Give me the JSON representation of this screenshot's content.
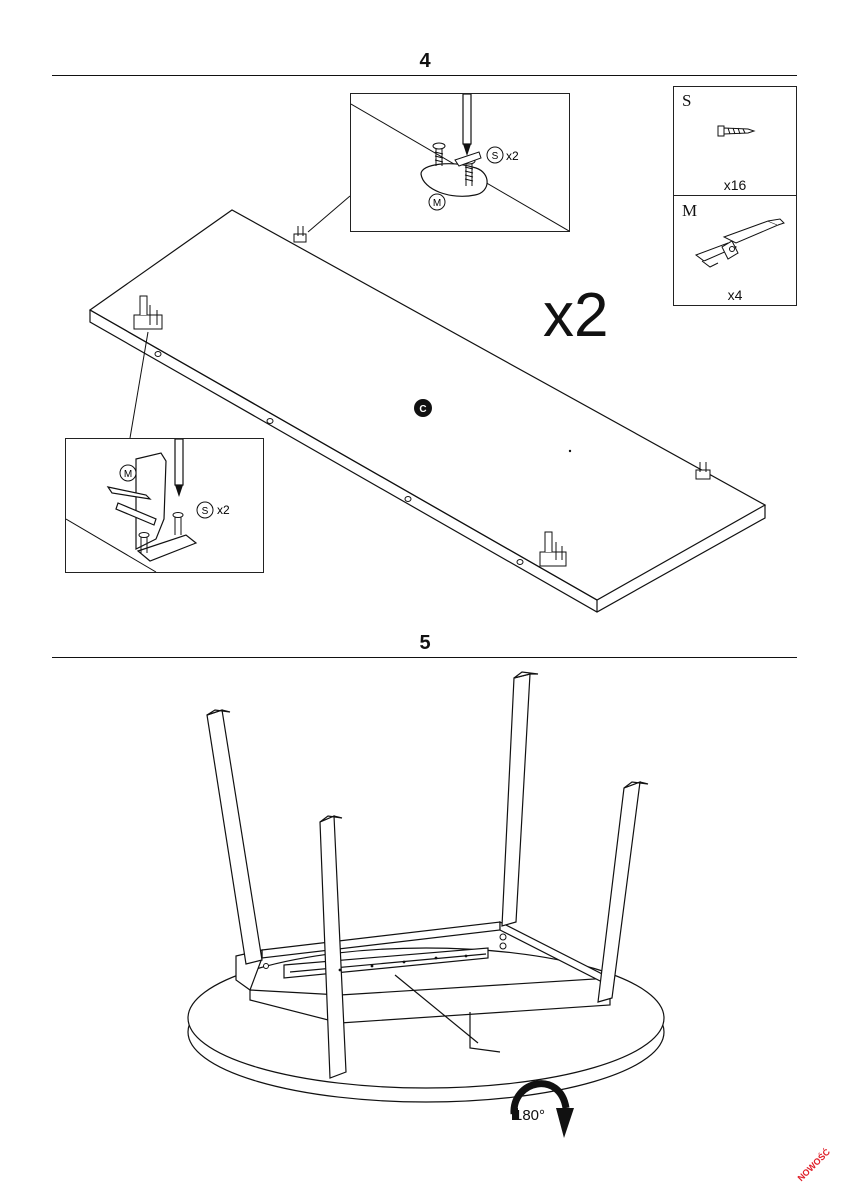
{
  "steps": [
    {
      "number": "4",
      "multiplier": "x2",
      "panel_label": "C"
    },
    {
      "number": "5",
      "rotation": "180°"
    }
  ],
  "callouts": {
    "top": {
      "part": "M",
      "screw": "S",
      "qty": "x2"
    },
    "left": {
      "part": "M",
      "screw": "S",
      "qty": "x2"
    }
  },
  "parts": [
    {
      "letter": "S",
      "qty": "x16",
      "icon": "screw-icon"
    },
    {
      "letter": "M",
      "qty": "x4",
      "icon": "bracket-icon"
    }
  ],
  "corner_badge": "NOWOŚĆ",
  "colors": {
    "line": "#111111",
    "badge": "#e0202a"
  }
}
